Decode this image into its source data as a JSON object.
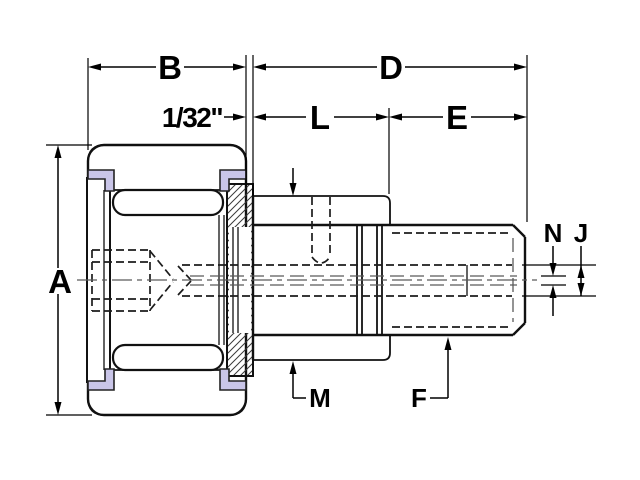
{
  "drawing": {
    "description": "Cam follower bearing cross-section engineering drawing",
    "dimensions": {
      "a": "A",
      "b": "B",
      "d": "D",
      "l": "L",
      "e": "E",
      "gap": "1/32\"",
      "n": "N",
      "j": "J",
      "m": "M",
      "f": "F"
    },
    "colors": {
      "line": "#111111",
      "hatch": "#3a3a3a",
      "seal": "#c9c5e8",
      "centerline": "#5a5a5a",
      "background": "#ffffff"
    }
  }
}
